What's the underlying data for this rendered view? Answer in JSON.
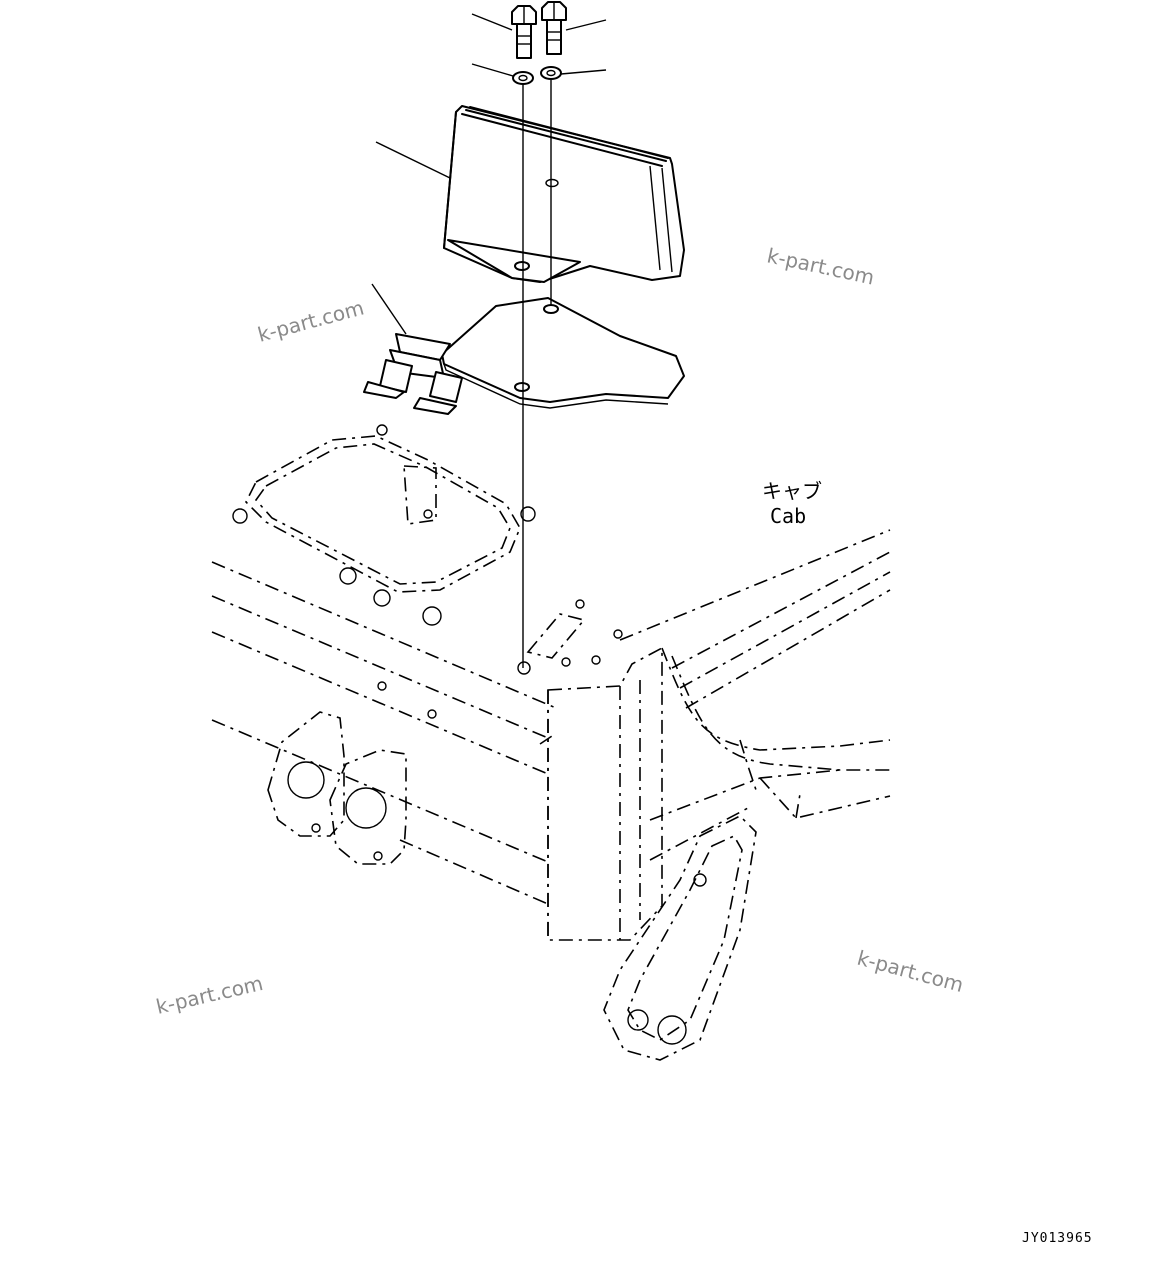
{
  "watermarks": [
    "k-part.com",
    "k-part.com",
    "k-part.com",
    "k-part.com"
  ],
  "label_cab_jp": "キャブ",
  "label_cab_en": "Cab",
  "drawing_code": "JY013965",
  "colors": {
    "line": "#000000",
    "background": "#ffffff",
    "watermark": "#8a8a8a"
  }
}
